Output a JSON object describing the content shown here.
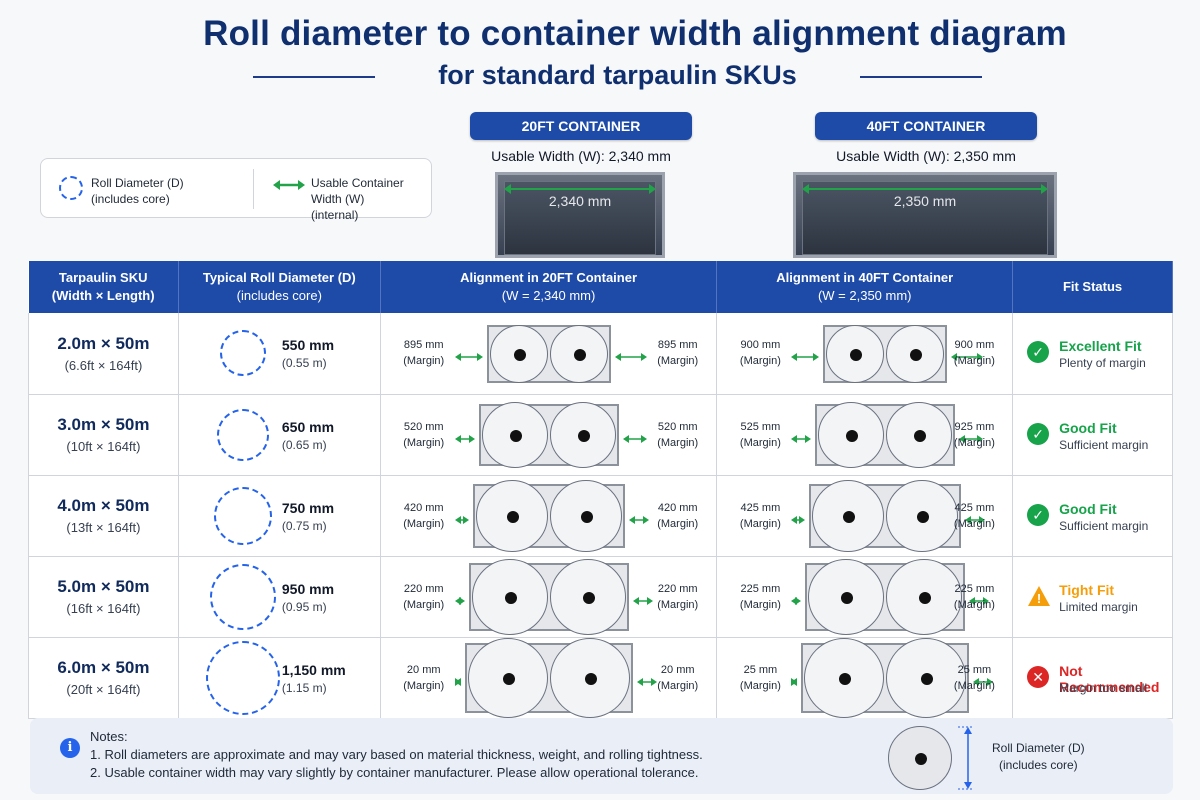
{
  "header": {
    "title": "Roll diameter to container width alignment diagram",
    "subtitle": "for standard tarpaulin SKUs"
  },
  "legend": {
    "diameter_label": "Roll Diameter (D)",
    "diameter_note": "(includes core)",
    "width_label": "Usable Container Width (W)",
    "width_note": "(internal)"
  },
  "containers": [
    {
      "name": "20FT CONTAINER",
      "usable": "Usable Width (W): 2,340 mm",
      "width_label": "2,340 mm"
    },
    {
      "name": "40FT CONTAINER",
      "usable": "Usable Width (W): 2,350 mm",
      "width_label": "2,350 mm"
    }
  ],
  "table": {
    "headers": {
      "sku": "Tarpaulin SKU",
      "sku_sub": "(Width × Length)",
      "diameter": "Typical Roll Diameter (D)",
      "diameter_sub": "(includes core)",
      "align20": "Alignment in 20FT Container",
      "align20_sub": "(W = 2,340 mm)",
      "align40": "Alignment in 40FT Container",
      "align40_sub": "(W = 2,350 mm)",
      "fit": "Fit Status"
    },
    "margin_word": "(Margin)",
    "rows": [
      {
        "sku_m": "2.0m × 50m",
        "sku_ft": "(6.6ft × 164ft)",
        "dia_mm": "550 mm",
        "dia_m": "(0.55 m)",
        "m20_left": "895 mm",
        "m20_right": "895 mm",
        "m40_left": "900 mm",
        "m40_right": "900 mm",
        "fit": "Excellent Fit",
        "fit_note": "Plenty of margin",
        "status": "good"
      },
      {
        "sku_m": "3.0m × 50m",
        "sku_ft": "(10ft × 164ft)",
        "dia_mm": "650 mm",
        "dia_m": "(0.65 m)",
        "m20_left": "520 mm",
        "m20_right": "520 mm",
        "m40_left": "525 mm",
        "m40_right": "925 mm",
        "fit": "Good Fit",
        "fit_note": "Sufficient margin",
        "status": "good"
      },
      {
        "sku_m": "4.0m × 50m",
        "sku_ft": "(13ft × 164ft)",
        "dia_mm": "750 mm",
        "dia_m": "(0.75 m)",
        "m20_left": "420 mm",
        "m20_right": "420 mm",
        "m40_left": "425 mm",
        "m40_right": "425 mm",
        "fit": "Good Fit",
        "fit_note": "Sufficient margin",
        "status": "good"
      },
      {
        "sku_m": "5.0m × 50m",
        "sku_ft": "(16ft × 164ft)",
        "dia_mm": "950 mm",
        "dia_m": "(0.95 m)",
        "m20_left": "220 mm",
        "m20_right": "220 mm",
        "m40_left": "225 mm",
        "m40_right": "225 mm",
        "fit": "Tight Fit",
        "fit_note": "Limited margin",
        "status": "warn"
      },
      {
        "sku_m": "6.0m × 50m",
        "sku_ft": "(20ft × 164ft)",
        "dia_mm": "1,150 mm",
        "dia_m": "(1.15 m)",
        "m20_left": "20 mm",
        "m20_right": "20 mm",
        "m40_left": "25 mm",
        "m40_right": "25 mm",
        "fit": "Not Recommended",
        "fit_note": "Margin too small",
        "status": "bad"
      }
    ]
  },
  "notes": {
    "heading": "Notes:",
    "line1": "1. Roll diameters are approximate and may vary based on material thickness, weight, and rolling tightness.",
    "line2": "2. Usable container width may vary slightly by container manufacturer. Please allow operational tolerance.",
    "roll_label": "Roll Diameter (D)",
    "roll_note": "(includes core)"
  },
  "colors": {
    "navy": "#0f2f6e",
    "header_blue": "#1e4ba8",
    "good": "#16a34a",
    "warn": "#f59e0b",
    "bad": "#dc2626",
    "dash_blue": "#2563eb",
    "arrow_green": "#22a34a"
  },
  "icons": {
    "good": "check-circle-icon",
    "warn": "warning-triangle-icon",
    "bad": "x-circle-icon",
    "notes": "info-icon"
  }
}
